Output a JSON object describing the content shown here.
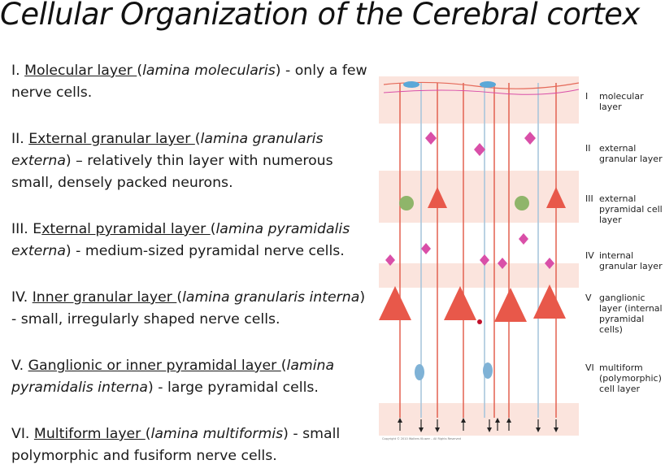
{
  "title": "Cellular Organization of the Cerebral cortex",
  "layers": [
    {
      "num": "I. ",
      "name": "Molecular layer ",
      "open": "(",
      "latin": "lamina molecularis",
      "close": ")",
      "desc": " - only a few nerve cells."
    },
    {
      "num": "II. ",
      "name": "External granular layer ",
      "open": "(",
      "latin": "lamina granularis externa",
      "close": ")",
      "desc": " – relatively thin layer with numerous small, densely packed neurons."
    },
    {
      "num": "III. E",
      "name": "xternal pyramidal layer ",
      "open": "(",
      "latin": "lamina pyramidalis externa",
      "close": ")",
      "desc": " - medium-sized pyramidal nerve cells."
    },
    {
      "num": "IV. ",
      "name": "Inner granular layer ",
      "open": "(",
      "latin": "lamina granularis interna",
      "close": ")",
      "desc": " - small, irregularly shaped nerve cells."
    },
    {
      "num": "V. ",
      "name": "Ganglionic or inner pyramidal layer ",
      "open": "(",
      "latin": "lamina pyramidalis interna",
      "close": ")",
      "desc": " - large pyramidal cells."
    },
    {
      "num": "VI. ",
      "name": "Multiform layer ",
      "open": "(",
      "latin": "lamina multiformis",
      "close": ")",
      "desc": " - small polymorphic and fusiform nerve cells."
    }
  ],
  "figure": {
    "labels": [
      {
        "num": "I",
        "text": "molecular layer"
      },
      {
        "num": "II",
        "text": "external granular layer"
      },
      {
        "num": "III",
        "text": "external pyramidal cell layer"
      },
      {
        "num": "IV",
        "text": "internal granular layer"
      },
      {
        "num": "V",
        "text": "ganglionic layer (internal pyramidal cells)"
      },
      {
        "num": "VI",
        "text": "multiform (polymorphic) cell layer"
      }
    ],
    "copyright": "Copyright © 2010 Wolters Kluwer – All Rights Reserved",
    "colors": {
      "pyramidal": "#e8584a",
      "granule": "#d94fa8",
      "stellate": "#8fb56a",
      "horizontal": "#5aa8d8",
      "fusiform": "#7fb2d6",
      "band": "#fbe4dd"
    }
  }
}
